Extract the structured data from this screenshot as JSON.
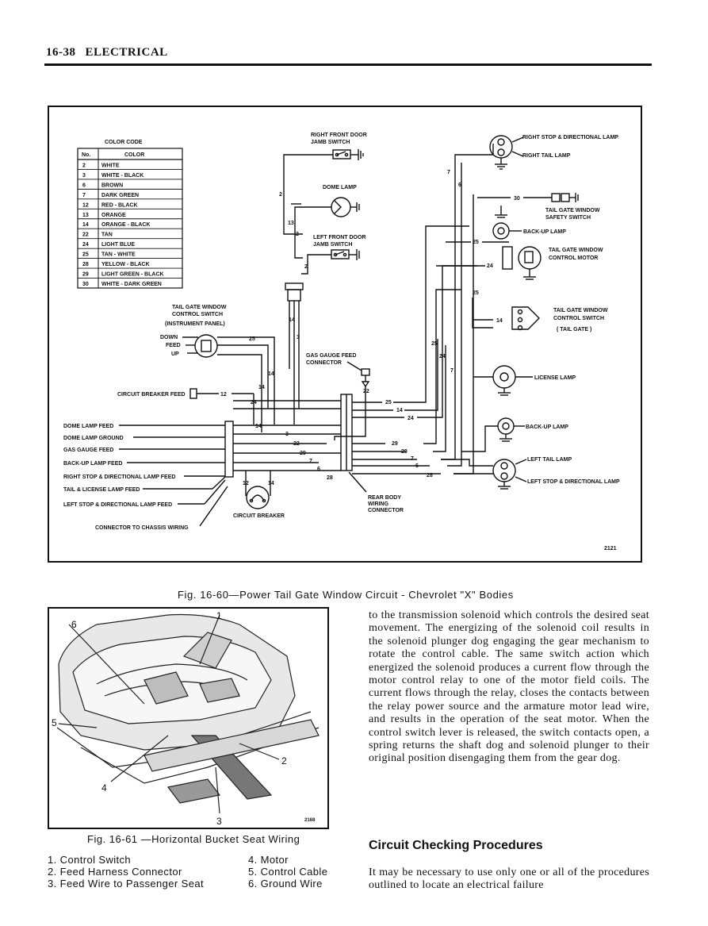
{
  "header": {
    "page_number": "16-38",
    "section": "ELECTRICAL"
  },
  "figure1": {
    "caption": "Fig. 16-60—Power Tail Gate Window Circuit - Chevrolet \"X\" Bodies",
    "figure_number": "2121",
    "color_code": {
      "title": "COLOR CODE",
      "col_no": "No.",
      "col_color": "COLOR",
      "rows": [
        {
          "no": "2",
          "color": "WHITE"
        },
        {
          "no": "3",
          "color": "WHITE - BLACK"
        },
        {
          "no": "6",
          "color": "BROWN"
        },
        {
          "no": "7",
          "color": "DARK GREEN"
        },
        {
          "no": "12",
          "color": "RED - BLACK"
        },
        {
          "no": "13",
          "color": "ORANGE"
        },
        {
          "no": "14",
          "color": "ORANGE - BLACK"
        },
        {
          "no": "22",
          "color": "TAN"
        },
        {
          "no": "24",
          "color": "LIGHT BLUE"
        },
        {
          "no": "25",
          "color": "TAN - WHITE"
        },
        {
          "no": "28",
          "color": "YELLOW - BLACK"
        },
        {
          "no": "29",
          "color": "LIGHT GREEN - BLACK"
        },
        {
          "no": "30",
          "color": "WHITE - DARK GREEN"
        }
      ]
    },
    "labels": {
      "rf_door_1": "RIGHT FRONT DOOR",
      "rf_door_2": "JAMB SWITCH",
      "dome_lamp": "DOME LAMP",
      "lf_door_1": "LEFT FRONT DOOR",
      "lf_door_2": "JAMB SWITCH",
      "tg_switch_1": "TAIL GATE WINDOW",
      "tg_switch_2": "CONTROL SWITCH",
      "tg_switch_3": "(INSTRUMENT PANEL)",
      "down": "DOWN",
      "feed": "FEED",
      "up": "UP",
      "gas_gauge_1": "GAS GAUGE FEED",
      "gas_gauge_2": "CONNECTOR",
      "cb_feed": "CIRCUIT BREAKER FEED",
      "dome_feed": "DOME LAMP FEED",
      "dome_ground": "DOME LAMP GROUND",
      "gas_feed": "GAS GAUGE FEED",
      "backup_feed": "BACK-UP LAMP FEED",
      "rstop_feed": "RIGHT STOP & DIRECTIONAL LAMP FEED",
      "tail_feed": "TAIL & LICENSE LAMP FEED",
      "lstop_feed": "LEFT STOP & DIRECTIONAL LAMP FEED",
      "connector_chassis": "CONNECTOR TO CHASSIS WIRING",
      "circuit_breaker": "CIRCUIT BREAKER",
      "rear_body_1": "REAR BODY",
      "rear_body_2": "WIRING",
      "rear_body_3": "CONNECTOR",
      "r_stop": "RIGHT STOP & DIRECTIONAL LAMP",
      "r_tail": "RIGHT TAIL LAMP",
      "tg_safety_1": "TAIL GATE WINDOW",
      "tg_safety_2": "SAFETY SWITCH",
      "backup_r": "BACK-UP LAMP",
      "tg_motor_1": "TAIL GATE WINDOW",
      "tg_motor_2": "CONTROL MOTOR",
      "tg_cs_1": "TAIL GATE WINDOW",
      "tg_cs_2": "CONTROL SWITCH",
      "tg_cs_3": "( TAIL GATE )",
      "license": "LICENSE LAMP",
      "backup_2": "BACK-UP LAMP",
      "l_tail": "LEFT TAIL LAMP",
      "l_stop": "LEFT STOP & DIRECTIONAL LAMP"
    },
    "wire_numbers": {
      "n2a": "2",
      "n2b": "2",
      "n2c": "2",
      "n13": "13",
      "n14a": "14",
      "n14b": "14",
      "n14c": "14",
      "n14d": "14",
      "n14e": "14",
      "n14f": "14",
      "n14g": "14",
      "n3a": "3",
      "n3b": "3",
      "n25a": "25",
      "n25b": "25",
      "n25c": "25",
      "n25d": "25",
      "n25e": "25",
      "n12a": "12",
      "n12b": "12",
      "n24a": "24",
      "n24b": "24",
      "n24c": "24",
      "n24d": "24",
      "n22a": "22",
      "n22b": "22",
      "n29a": "29",
      "n29b": "29",
      "n29c": "29",
      "n7a": "7",
      "n7b": "7",
      "n7c": "7",
      "n6a": "6",
      "n6b": "6",
      "n6c": "6",
      "n28a": "28",
      "n28b": "28",
      "n30": "30"
    }
  },
  "figure2": {
    "caption": "Fig. 16-61 —Horizontal Bucket Seat Wiring",
    "figure_number": "2168",
    "callouts": [
      "1",
      "2",
      "3",
      "4",
      "5",
      "6"
    ],
    "legend_left": [
      "1. Control Switch",
      "2. Feed Harness Connector",
      "3. Feed Wire to Passenger Seat"
    ],
    "legend_right": [
      "4. Motor",
      "5. Control Cable",
      "6. Ground Wire"
    ]
  },
  "body_text": "to the transmission solenoid which controls the desired seat movement. The energizing of the solenoid coil results in the solenoid plunger dog engaging the gear mechanism to rotate the control cable. The same switch action which energized the solenoid produces a current flow through the motor control relay to one of the motor field coils. The current flows through the relay, closes the contacts between the relay power source and the armature motor lead wire, and results in the operation of the seat motor. When the control switch lever is released, the switch contacts open, a spring returns the shaft dog and solenoid plunger to their original position disengaging them from the gear dog.",
  "section_heading": "Circuit Checking Procedures",
  "body_text_2": "It may be necessary to use only one or all of the procedures outlined to locate an electrical failure"
}
